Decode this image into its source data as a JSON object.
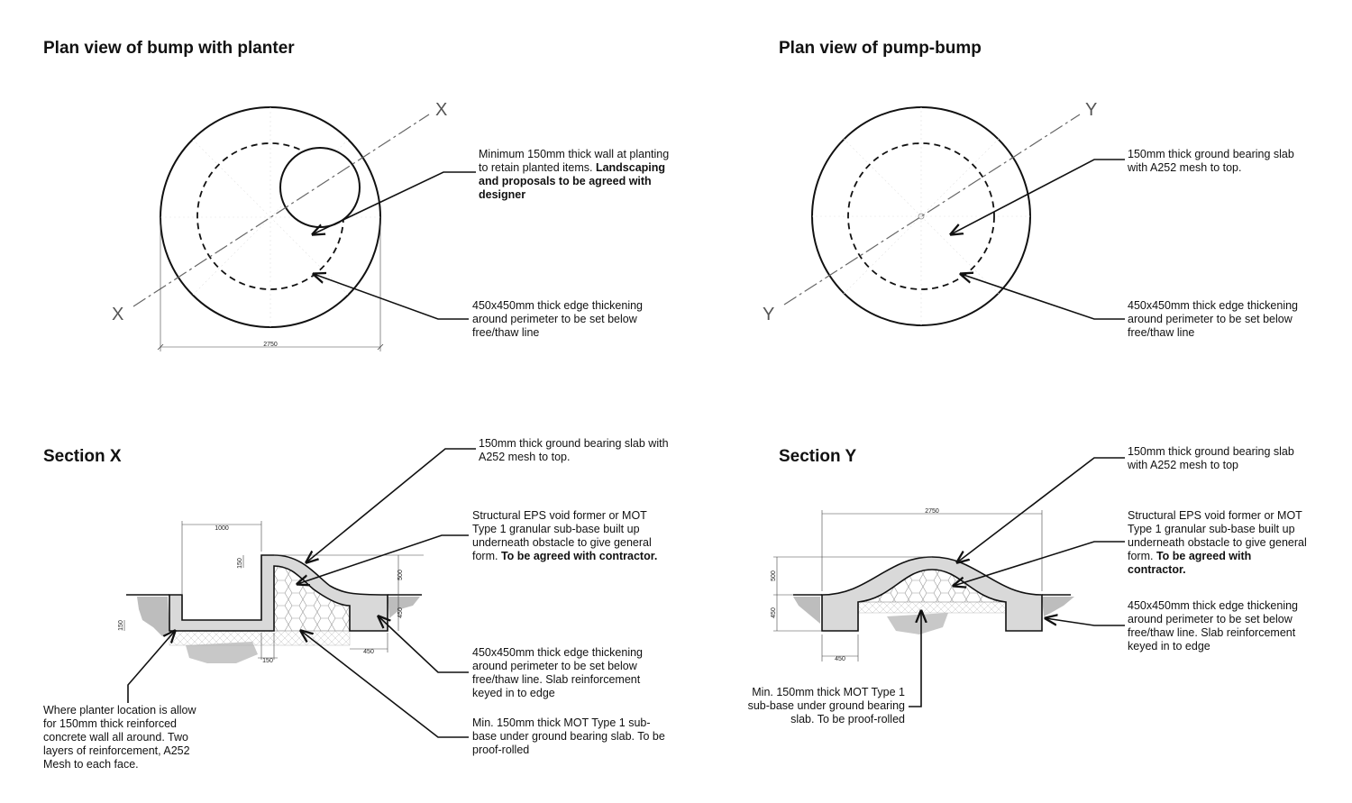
{
  "plan_x": {
    "title": "Plan view of bump with planter",
    "axis_label": "X",
    "dimension": "2750",
    "note_wall_a": "Minimum 150mm thick wall at planting to retain planted items.",
    "note_wall_b": "Landscaping and proposals to be agreed with designer",
    "note_edge": "450x450mm thick edge thickening around perimeter to be set below free/thaw line"
  },
  "plan_y": {
    "title": "Plan view of pump-bump",
    "axis_label": "Y",
    "note_slab": "150mm thick ground bearing slab with A252 mesh to top.",
    "note_edge": "450x450mm thick edge thickening around perimeter to be set below free/thaw line"
  },
  "section_x": {
    "title": "Section X",
    "dims": {
      "d1000": "1000",
      "d150a": "150",
      "d500": "500",
      "d450a": "450",
      "d150b": "150",
      "d150c": "150",
      "d450b": "450"
    },
    "note_slab": "150mm thick ground bearing slab with A252 mesh to top.",
    "note_eps_a": "Structural EPS void former or MOT Type 1 granular sub-base built up underneath obstacle to give general form.",
    "note_eps_b": "To be agreed with contractor.",
    "note_edge": "450x450mm thick edge thickening around perimeter to be set below free/thaw line. Slab reinforcement keyed in to edge",
    "note_subbase": "Min. 150mm thick MOT Type 1 sub-base under ground bearing slab. To be proof-rolled",
    "note_planter": "Where planter location is allow for 150mm thick reinforced concrete wall all around. Two layers of reinforcement, A252 Mesh to each face."
  },
  "section_y": {
    "title": "Section Y",
    "dims": {
      "d2750": "2750",
      "d500": "500",
      "d450a": "450",
      "d450b": "450"
    },
    "note_slab": "150mm thick ground bearing slab with A252 mesh to top",
    "note_eps_a": "Structural EPS void former or MOT Type 1 granular sub-base built up underneath obstacle to give general form.",
    "note_eps_b": "To be agreed with contractor.",
    "note_edge": "450x450mm thick edge thickening around perimeter to be set below free/thaw line. Slab reinforcement keyed in to edge",
    "note_subbase": "Min. 150mm thick MOT Type 1 sub-base under ground bearing slab. To be proof-rolled"
  },
  "colors": {
    "line": "#111111",
    "concrete": "#d9d9d9",
    "ground": "#bdbdbd",
    "axis": "#666666"
  }
}
